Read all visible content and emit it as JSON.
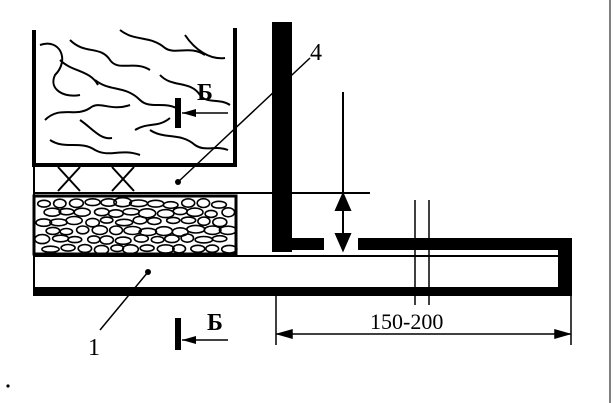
{
  "labels": {
    "section_top": "Б",
    "section_bottom": "Б",
    "callout_4": "4",
    "callout_1": "1",
    "dimension": "150-200"
  },
  "colors": {
    "ink": "#000000",
    "paper": "#ffffff"
  }
}
